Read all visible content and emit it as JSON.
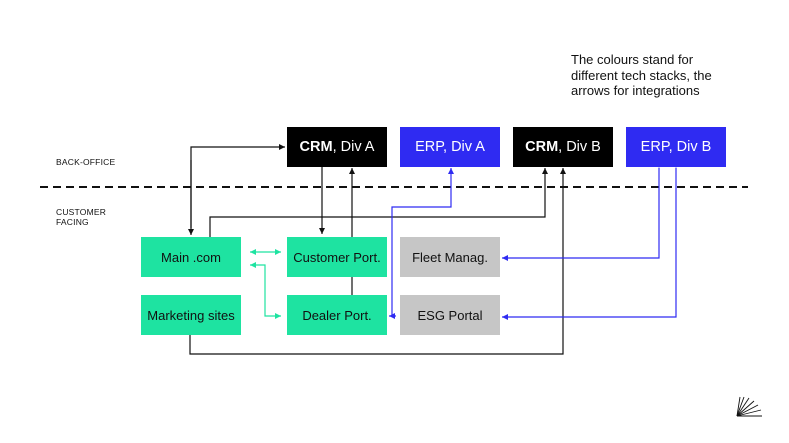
{
  "note": {
    "lines": [
      "The colours stand for",
      "different tech stacks, the",
      "arrows for integrations"
    ]
  },
  "sections": {
    "back_office": "BACK-OFFICE",
    "customer_facing": [
      "CUSTOMER",
      "FACING"
    ]
  },
  "nodes": {
    "crm_a": {
      "bold": "CRM",
      "rest": ", Div A"
    },
    "erp_a": "ERP, Div A",
    "crm_b": {
      "bold": "CRM",
      "rest": ", Div B"
    },
    "erp_b": "ERP, Div B",
    "main_com": "Main .com",
    "customer_port": "Customer Port.",
    "fleet_manag": "Fleet Manag.",
    "marketing_sites": "Marketing sites",
    "dealer_port": "Dealer Port.",
    "esg_portal": "ESG Portal"
  },
  "colors": {
    "back_office_primary": "#000000",
    "back_office_secondary": "#2f2bf2",
    "customer_facing_primary": "#1ee3a1",
    "customer_facing_secondary": "#c6c6c6",
    "arrow_black": "#111111",
    "arrow_blue": "#2f2bf2",
    "arrow_green": "#1ee3a1"
  },
  "logo": "fan-logo-icon"
}
